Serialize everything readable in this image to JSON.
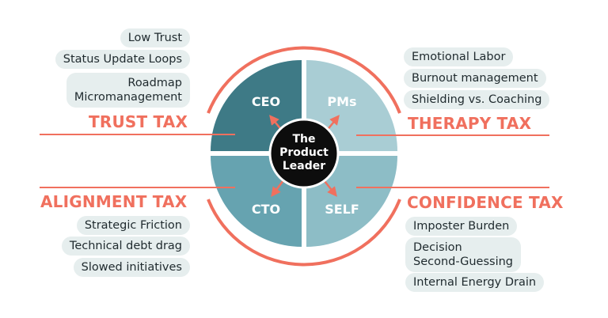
{
  "colors": {
    "accent": "#f0705e",
    "ceo": "#3e7a86",
    "pms": "#a9cdd4",
    "cto": "#66a3b0",
    "self": "#8dbdc6",
    "center": "#0d0d0d",
    "pill_bg": "#e6eeee"
  },
  "center_label": [
    "The",
    "Product",
    "Leader"
  ],
  "quadrants": {
    "ceo": "CEO",
    "pms": "PMs",
    "cto": "CTO",
    "self": "SELF"
  },
  "trust_tax": {
    "title": "TRUST TAX",
    "items": [
      "Low Trust",
      "Status Update Loops",
      "Roadmap\nMicromanagement"
    ]
  },
  "therapy_tax": {
    "title": "THERAPY TAX",
    "items": [
      "Emotional Labor",
      "Burnout management",
      "Shielding vs. Coaching"
    ]
  },
  "alignment_tax": {
    "title": "ALIGNMENT TAX",
    "items": [
      "Strategic Friction",
      "Technical debt drag",
      "Slowed initiatives"
    ]
  },
  "confidence_tax": {
    "title": "CONFIDENCE TAX",
    "items": [
      "Imposter Burden",
      "Decision\nSecond-Guessing",
      "Internal Energy Drain"
    ]
  }
}
